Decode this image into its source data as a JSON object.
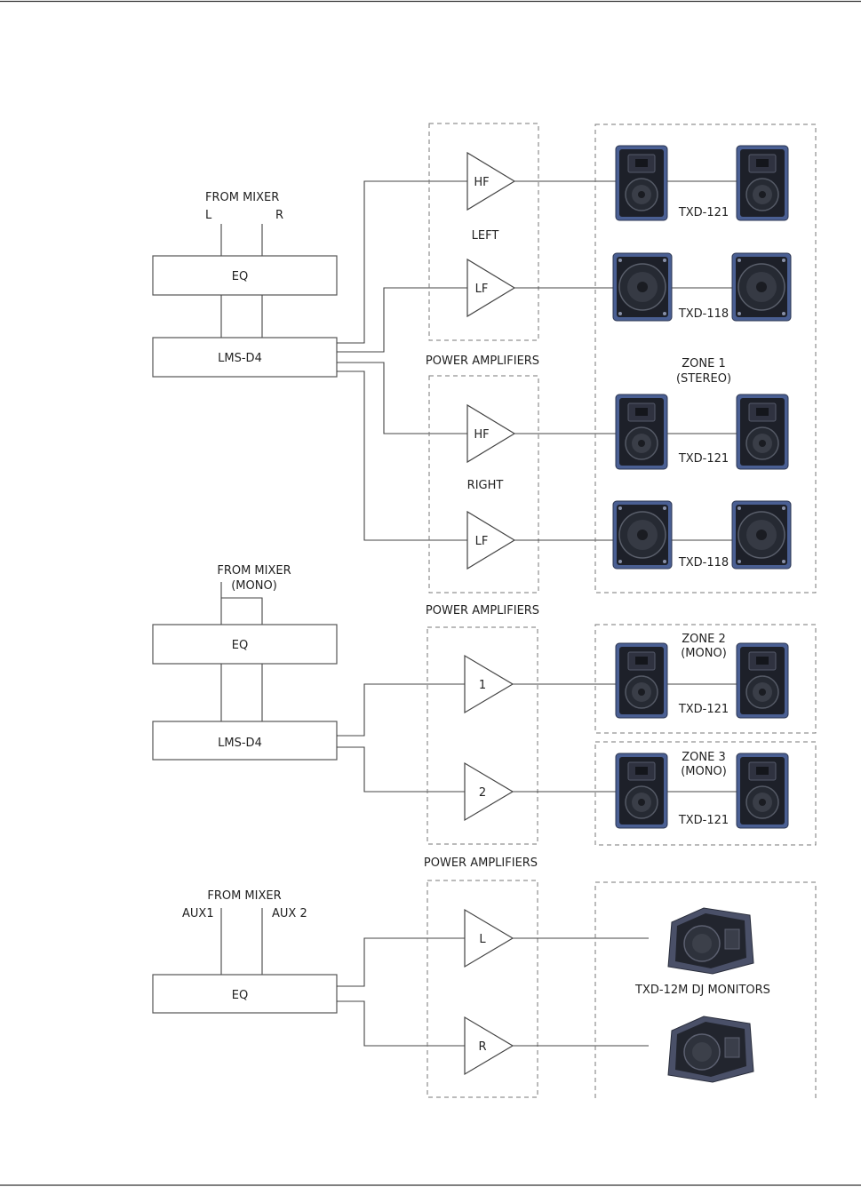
{
  "section1": {
    "from_mixer": "FROM MIXER",
    "input_l": "L",
    "input_r": "R",
    "eq": "EQ",
    "lms": "LMS-D4",
    "amp_hf_left": "HF",
    "amp_lf_left": "LF",
    "left": "LEFT",
    "power_amplifiers_top": "POWER AMPLIFIERS",
    "amp_hf_right": "HF",
    "amp_lf_right": "LF",
    "right": "RIGHT",
    "power_amplifiers_bottom": "POWER AMPLIFIERS",
    "spk_txd121_a": "TXD-121",
    "spk_txd118_a": "TXD-118",
    "zone1_line1": "ZONE 1",
    "zone1_line2": "(STEREO)",
    "spk_txd121_b": "TXD-121",
    "spk_txd118_b": "TXD-118"
  },
  "section2": {
    "from_mixer": "FROM MIXER",
    "mono": "(MONO)",
    "eq": "EQ",
    "lms": "LMS-D4",
    "amp_1": "1",
    "amp_2": "2",
    "power_amplifiers": "POWER AMPLIFIERS",
    "zone2_line1": "ZONE 2",
    "zone2_line2": "(MONO)",
    "zone2_speaker": "TXD-121",
    "zone3_line1": "ZONE 3",
    "zone3_line2": "(MONO)",
    "zone3_speaker": "TXD-121"
  },
  "section3": {
    "from_mixer": "FROM MIXER",
    "aux1": "AUX1",
    "aux2": "AUX 2",
    "eq": "EQ",
    "amp_l": "L",
    "amp_r": "R",
    "monitors": "TXD-12M DJ MONITORS"
  },
  "colors": {
    "speaker_blue": "#4a5f93",
    "speaker_dark": "#1c1f26",
    "line": "#444444"
  }
}
